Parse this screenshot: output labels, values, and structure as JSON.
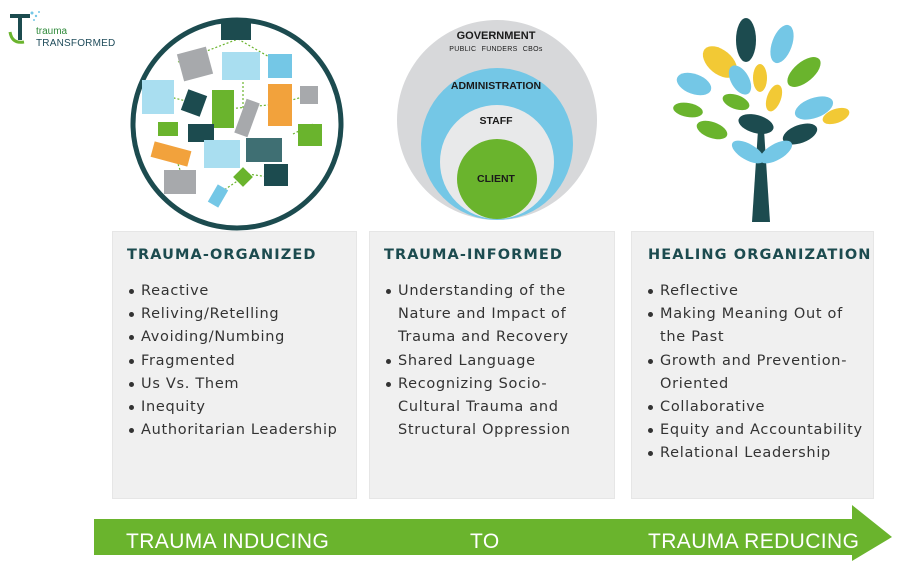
{
  "logo": {
    "line1": "trauma",
    "line2": "TRANSFORMED"
  },
  "circles": {
    "government": "GOVERNMENT",
    "government_sub": "PUBLIC  FUNDERS  CBOs",
    "administration": "ADMINISTRATION",
    "staff": "STAFF",
    "client": "CLIENT"
  },
  "columns": [
    {
      "title": "TRAUMA-ORGANIZED",
      "items": [
        "Reactive",
        "Reliving/Retelling",
        "Avoiding/Numbing",
        "Fragmented",
        "Us Vs. Them",
        "Inequity",
        "Authoritarian Leadership"
      ]
    },
    {
      "title": "TRAUMA-INFORMED",
      "items": [
        "Understanding of the Nature and Impact of Trauma and Recovery",
        "Shared Language",
        "Recognizing Socio-Cultural Trauma and Structural Oppression"
      ]
    },
    {
      "title": "HEALING ORGANIZATION",
      "items": [
        "Reflective",
        "Making Meaning Out of the Past",
        "Growth and Prevention-Oriented",
        "Collaborative",
        "Equity and Accountability",
        "Relational Leadership"
      ]
    }
  ],
  "arrow": {
    "left": "TRAUMA INDUCING",
    "middle": "TO",
    "right": "TRAUMA REDUCING"
  },
  "colors": {
    "dark_teal": "#1c4b4f",
    "green": "#6ab42d",
    "light_blue": "#74c7e6",
    "yellow": "#f2c935",
    "orange": "#f2a23c",
    "gray": "#a7a9ac"
  }
}
